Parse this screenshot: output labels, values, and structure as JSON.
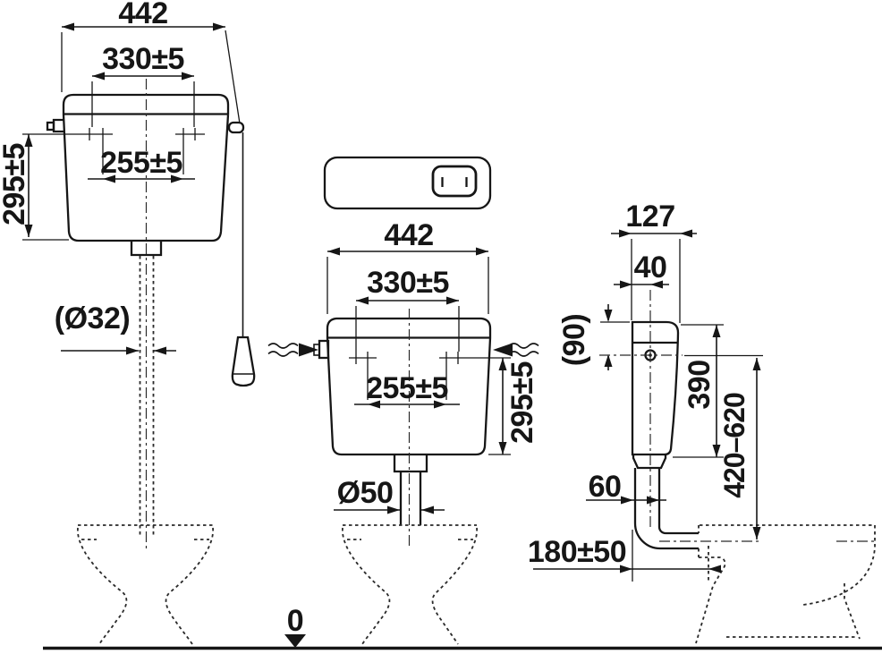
{
  "drawing": {
    "left_view": {
      "overall_width": "442",
      "mounting_holes_outer": "330±5",
      "mounting_holes_inner": "255±5",
      "mounting_height": "295±5",
      "flush_pipe_diameter": "(Ø32)"
    },
    "middle_view": {
      "overall_width": "442",
      "mounting_holes_outer": "330±5",
      "mounting_holes_inner": "255±5",
      "mounting_height": "295±5",
      "outlet_diameter": "Ø50",
      "floor_datum": "0"
    },
    "right_view": {
      "depth": "127",
      "hole_offset": "40",
      "hole_height": "(90)",
      "body_height": "390",
      "flush_bend_range": "420–620",
      "pipe_offset": "60",
      "wall_to_bowl": "180±50"
    }
  }
}
